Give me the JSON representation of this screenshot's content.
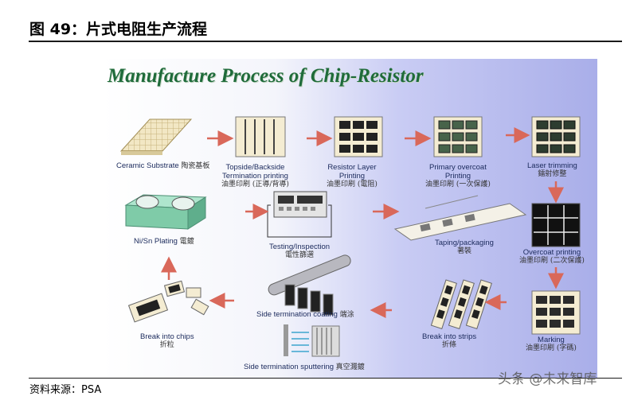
{
  "figure_title": "图 49：片式电阻生产流程",
  "source": "资料来源：PSA",
  "watermark": "头条 @未来智库",
  "diagram": {
    "title": "Manufacture Process of Chip-Resistor",
    "steps": [
      {
        "en": "Ceramic Substrate",
        "cn": "陶瓷基板"
      },
      {
        "en": "Topside/Backside",
        "en2": "Termination printing",
        "cn": "油墨印刷 (正導/背導)"
      },
      {
        "en": "Resistor Layer",
        "en2": "Printing",
        "cn": "油墨印刷 (電阻)"
      },
      {
        "en": "Primary overcoat",
        "en2": "Printing",
        "cn": "油墨印刷 (一次保護)"
      },
      {
        "en": "Laser trimming",
        "cn": "鐳射修整"
      },
      {
        "en": "Overcoat printing",
        "cn": "油墨印刷 (二次保護)"
      },
      {
        "en": "Marking",
        "cn": "油墨印刷 (字碼)"
      },
      {
        "en": "Break into strips",
        "cn": "折條"
      },
      {
        "en": "Side termination coating",
        "cn": "端涂"
      },
      {
        "en": "Side termination sputtering",
        "cn": "真空濺鍍"
      },
      {
        "en": "Break into chips",
        "cn": "折粒"
      },
      {
        "en": "Ni/Sn Plating",
        "cn": "電鍍"
      },
      {
        "en": "Testing/Inspection",
        "cn": "電性篩選"
      },
      {
        "en": "Taping/packaging",
        "cn": "著裝"
      }
    ]
  },
  "colors": {
    "title_green": "#1f6b3a",
    "arrow": "#d9685a",
    "label_blue": "#1b2a5c"
  }
}
